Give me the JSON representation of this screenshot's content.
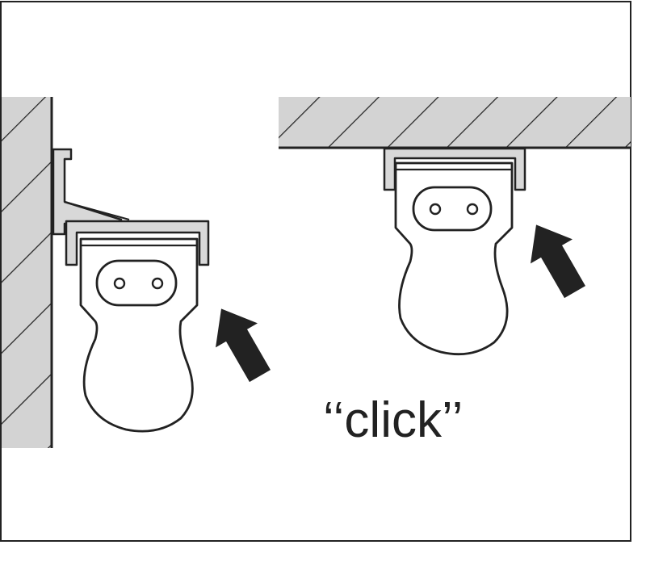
{
  "annotation": {
    "text": "‘‘click’’"
  },
  "colors": {
    "ink": "#222222",
    "hatch_fill": "#d3d3d3",
    "rail_fill": "#d8d8d8",
    "background": "#ffffff"
  },
  "scenes": [
    {
      "mount": "wall",
      "arrow": "up-left"
    },
    {
      "mount": "ceiling",
      "arrow": "up-left"
    }
  ]
}
